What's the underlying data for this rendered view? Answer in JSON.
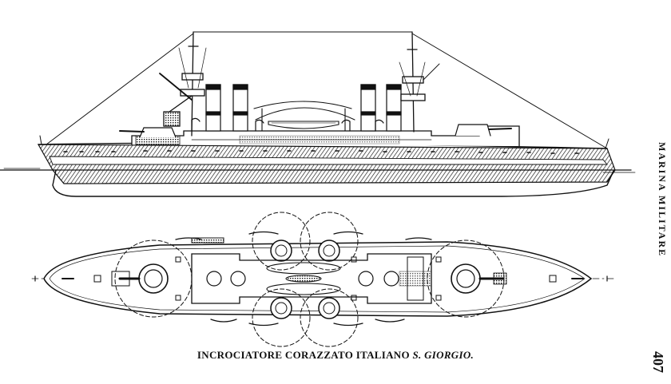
{
  "plate": {
    "caption_prefix": "INCROCIATORE CORAZZATO ITALIANO ",
    "caption_ship": "S. GIORGIO.",
    "side_heading": "MARINA MILITARE",
    "page_number": "407",
    "ink_color": "#111111",
    "paper_color": "#ffffff"
  },
  "drawings": {
    "profile_view": "side-elevation",
    "plan_view": "deck-plan"
  }
}
